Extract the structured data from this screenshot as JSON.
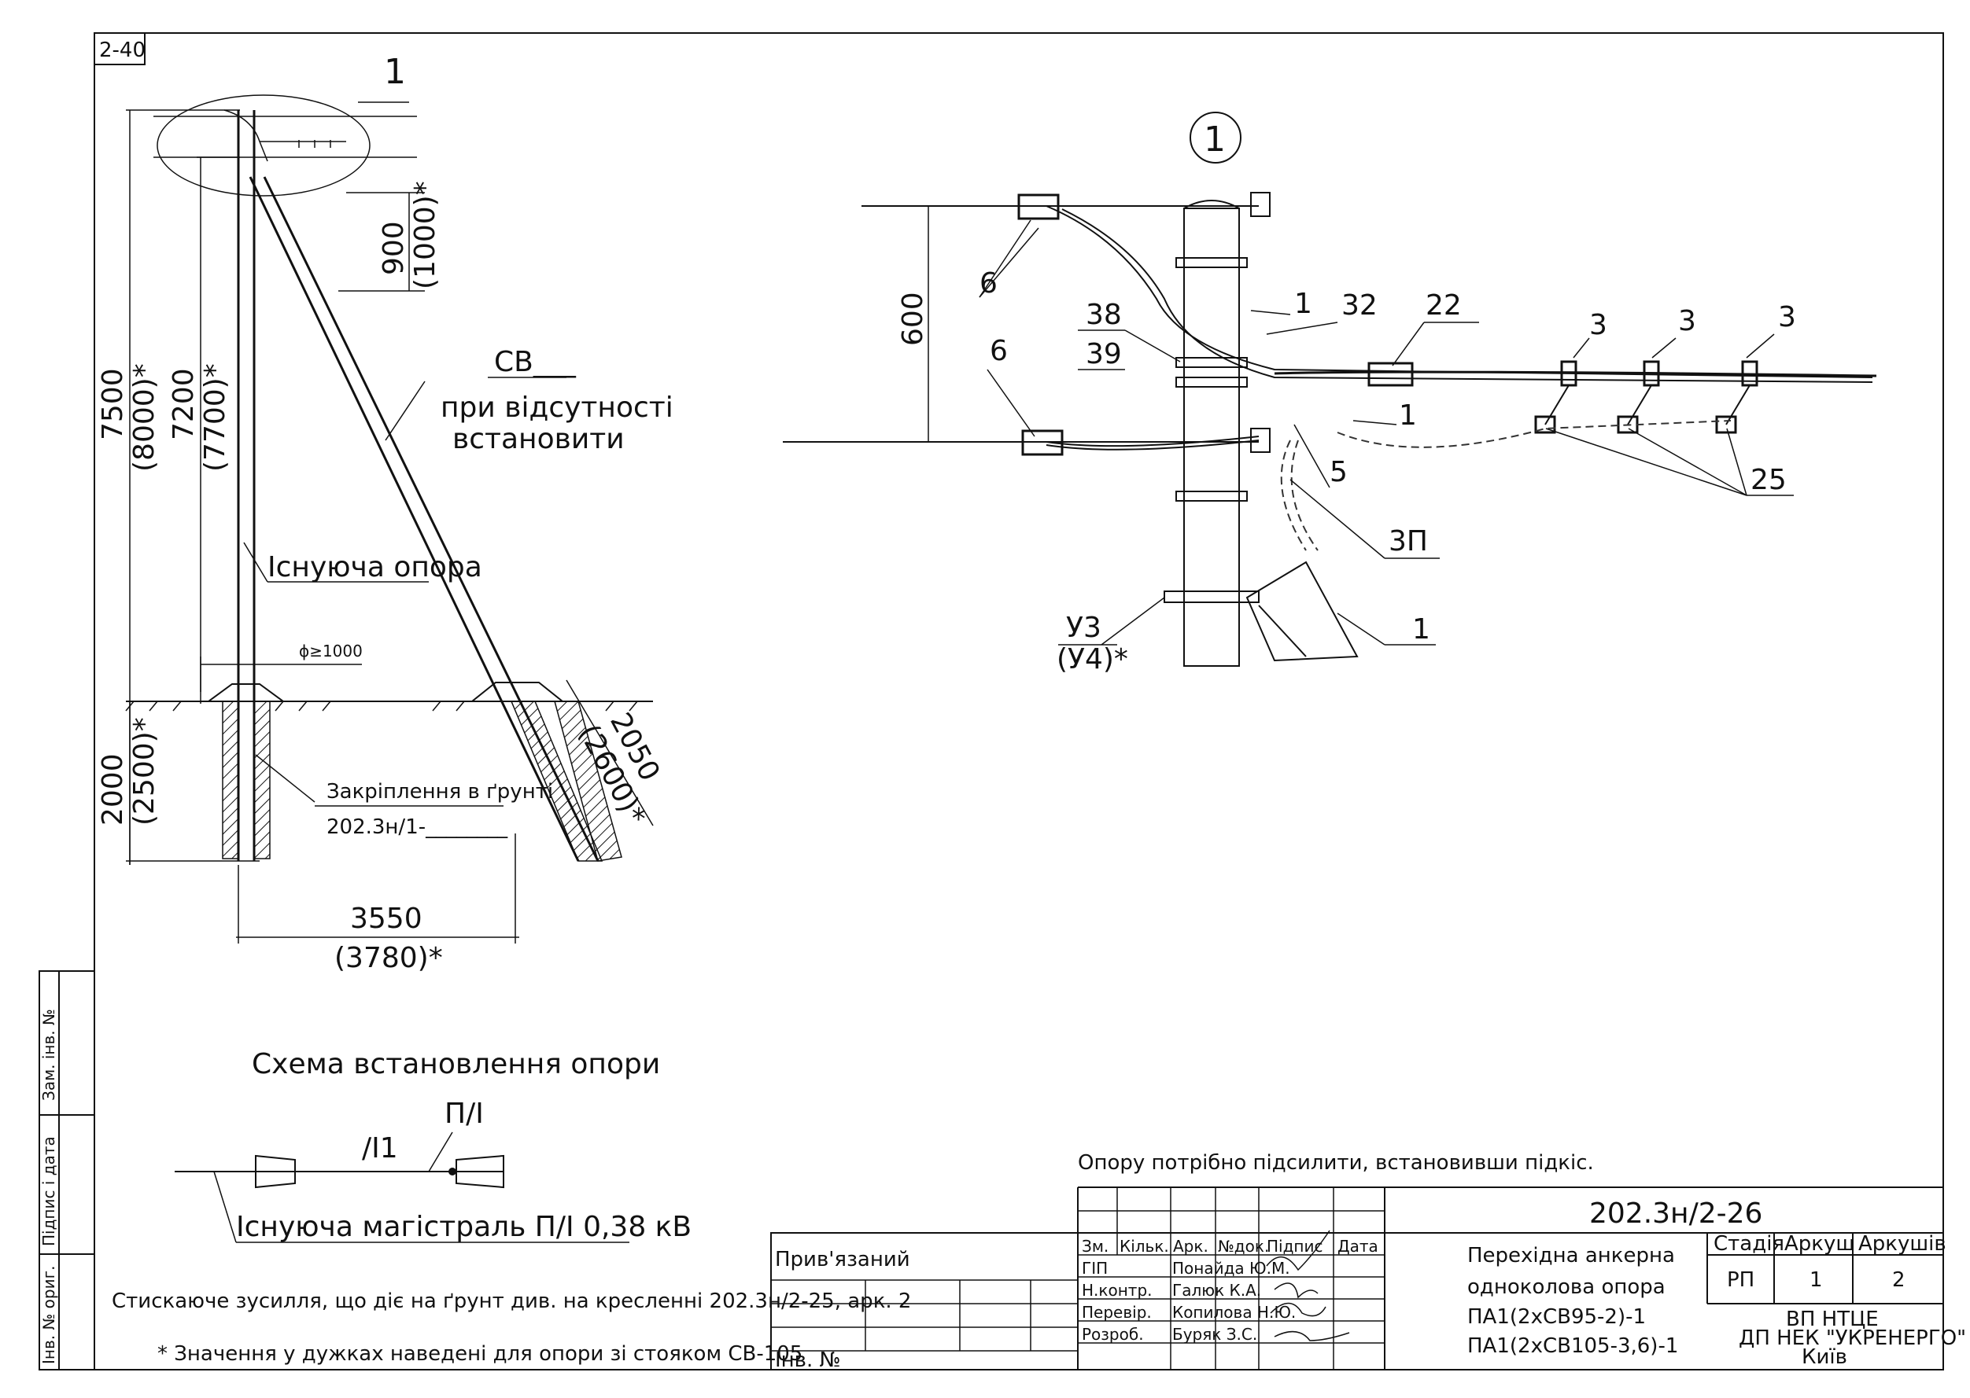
{
  "sheet": {
    "corner_label": "2-40"
  },
  "left": {
    "callout_number": "1",
    "dim_900": "900",
    "dim_1000": "(1000)*",
    "dim_7500": "7500",
    "dim_8000": "(8000)*",
    "dim_7200": "7200",
    "dim_7700": "(7700)*",
    "strut_label": "СВ___",
    "strut_note_1": "при відсутності",
    "strut_note_2": "встановити",
    "existing_pole": "Існуюча опора",
    "diam": "ϕ≥1000",
    "dim_2000": "2000",
    "dim_2500": "(2500)*",
    "ground_fix_1": "Закріплення в ґрунті",
    "ground_fix_2": "202.3н/1-________",
    "dim_2050": "2050",
    "dim_2600": "(2600)*",
    "dim_3550": "3550",
    "dim_3780": "(3780)*"
  },
  "scheme": {
    "title": "Схема встановлення опори",
    "pl": "П/І",
    "l1": "/І1",
    "main_line": "Існуюча магістраль П/І 0,38 кВ"
  },
  "detail": {
    "circle": "1",
    "dim_600": "600",
    "c6a": "6",
    "c6b": "6",
    "c1a": "1",
    "c32": "32",
    "c22": "22",
    "c38": "38",
    "c39": "39",
    "c3a": "3",
    "c3b": "3",
    "c3c": "3",
    "c1b": "1",
    "c5": "5",
    "c25": "25",
    "c3p": "3П",
    "c1c": "1",
    "cu3": "У3",
    "cu4": "(У4)*"
  },
  "notes": {
    "strengthen": "Опору потрібно підсилити, встановивши підкіс.",
    "force": "Стискаюче зусилля, що діє на ґрунт див. на кресленні 202.3н/2-25, арк. 2",
    "brackets": "* Значення у дужках наведені для опори зі стояком СВ-105"
  },
  "side_stamp": {
    "zam": "Зам. інв. №",
    "pidpys": "Підпис і дата",
    "inv": "Інв. № ориг."
  },
  "title_block": {
    "bound": "Прив'язаний",
    "inv_no": "Інв. №",
    "headers": [
      "Зм.",
      "Кільк.",
      "Арк.",
      "№док.",
      "Підпис",
      "Дата"
    ],
    "roles": [
      {
        "role": "ГІП",
        "name": "Понайда Ю.М."
      },
      {
        "role": "Н.контр.",
        "name": "Галюк К.А."
      },
      {
        "role": "Перевір.",
        "name": "Копилова Н.Ю."
      },
      {
        "role": "Розроб.",
        "name": "Буряк З.С."
      }
    ],
    "doc_number": "202.3н/2-26",
    "desc_1": "Перехідна анкерна",
    "desc_2": "одноколова опора",
    "desc_3": "ПА1(2хСВ95-2)-1",
    "desc_4": "ПА1(2хСВ105-3,6)-1",
    "stage_h": "Стадія",
    "sheet_h": "Аркуш",
    "sheets_h": "Аркушів",
    "stage": "РП",
    "sheet": "1",
    "sheets": "2",
    "org_1": "ВП НТЦЕ",
    "org_2": "ДП НЕК \"УКРЕНЕРГО\"",
    "org_3": "Київ"
  }
}
